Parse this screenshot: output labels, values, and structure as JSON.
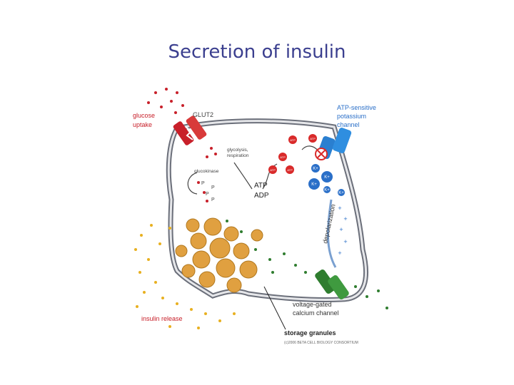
{
  "title": "Secretion of insulin",
  "diagram": {
    "labels": {
      "glucose": "glucose",
      "uptake": "uptake",
      "glut2": "GLUT2",
      "glycolysis": "glycolysis,",
      "respiration": "respiration",
      "glucokinase": "glucokinase",
      "atp": "ATP",
      "adp": "ADP",
      "katp_1": "ATP-sensitive",
      "katp_2": "potassium",
      "katp_3": "channel",
      "depolarization": "depolarization",
      "vgcc_1": "voltage-gated",
      "vgcc_2": "calcium channel",
      "insulin_release": "insulin release",
      "storage_granules": "storage granules",
      "credit": "(c)2006 BETA CELL BIOLOGY CONSORTIUM"
    },
    "small": {
      "atp_token": "ATP",
      "k_plus": "K+",
      "p": "P",
      "plus": "+"
    },
    "colors": {
      "title": "#3b3f8f",
      "membrane": "#6b6f7a",
      "glut2": "#c8202a",
      "glucose": "#c8202a",
      "atp_token": "#d92a2a",
      "k_channel": "#2a7fd0",
      "potassium": "#2a6fc8",
      "calcium_channel": "#2f7d2f",
      "calcium": "#2f7d2f",
      "granule": "#e0a040",
      "insulin": "#e8b020"
    }
  }
}
